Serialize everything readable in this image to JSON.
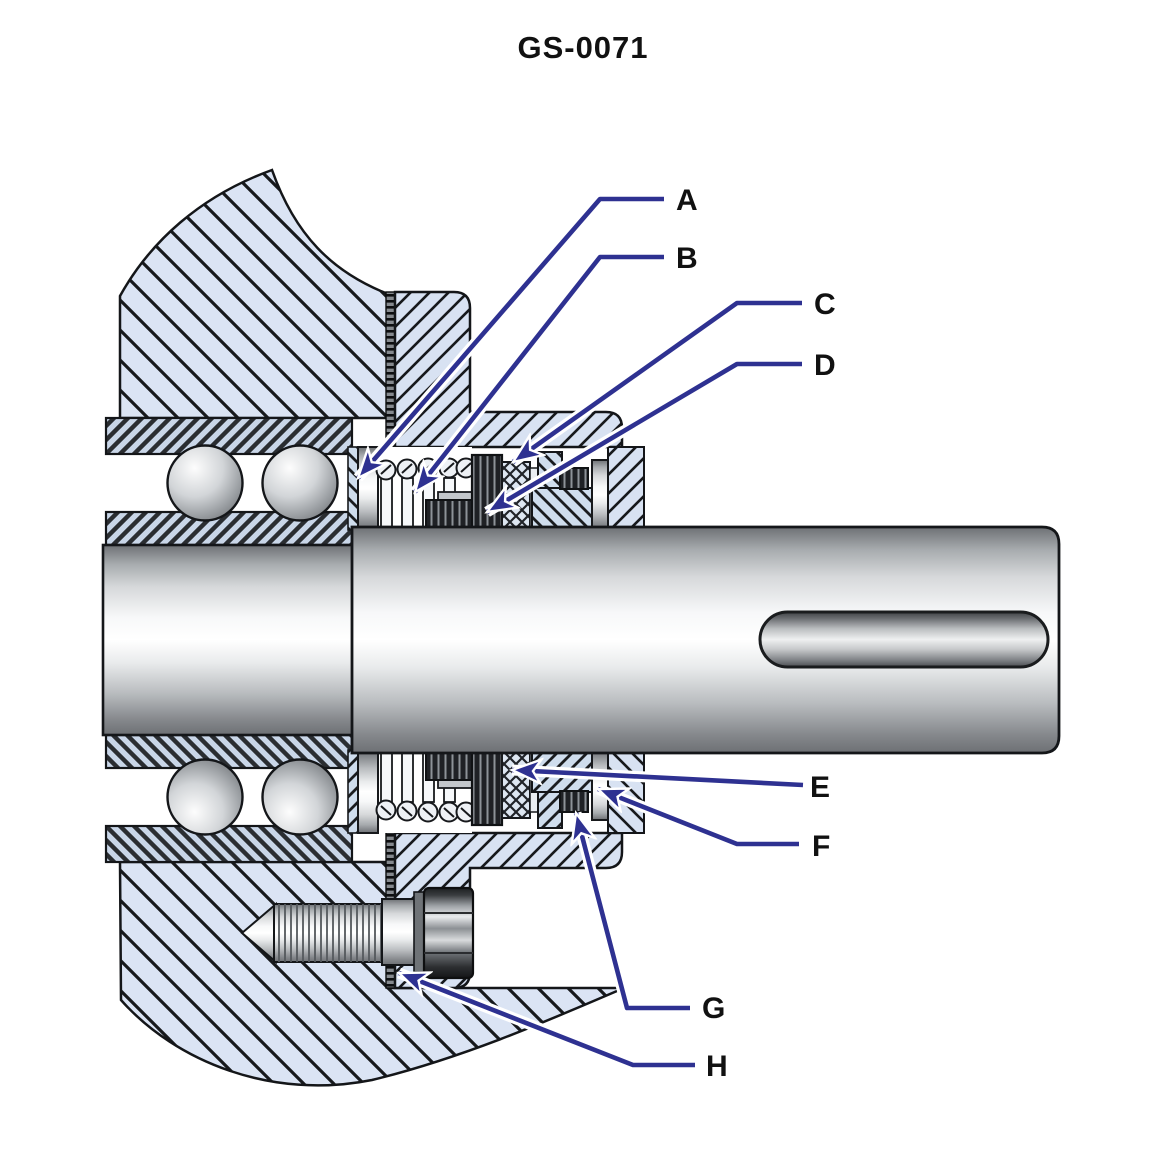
{
  "title": "GS-0071",
  "callouts": [
    {
      "letter": "A"
    },
    {
      "letter": "B"
    },
    {
      "letter": "C"
    },
    {
      "letter": "D"
    },
    {
      "letter": "E"
    },
    {
      "letter": "F"
    },
    {
      "letter": "G"
    },
    {
      "letter": "H"
    }
  ],
  "colors": {
    "leader_line": "#2e3191",
    "label_text": "#111111",
    "section_fill_light_blue": "#dbe4f4",
    "background": "#ffffff"
  }
}
